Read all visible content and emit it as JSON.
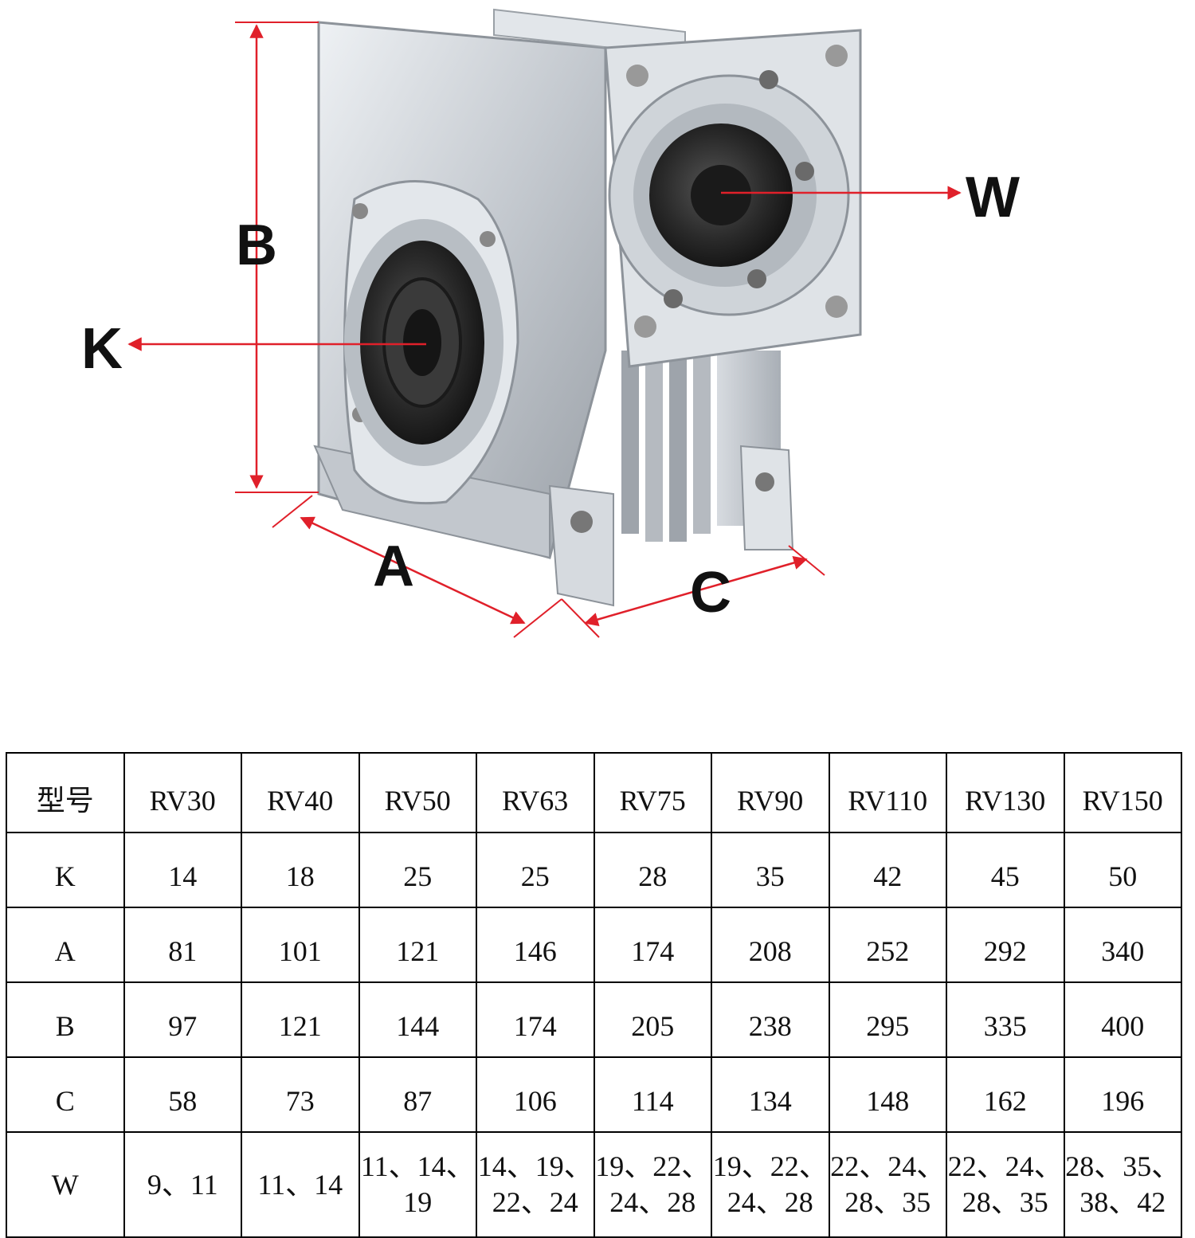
{
  "figure": {
    "labels": {
      "B": "B",
      "K": "K",
      "W": "W",
      "A": "A",
      "C": "C"
    },
    "colors": {
      "arrow": "#e0202a",
      "housing": "#c9ced4",
      "bearing": "#2b2b2b"
    }
  },
  "table": {
    "header_label": "型号",
    "models": [
      "RV30",
      "RV40",
      "RV50",
      "RV63",
      "RV75",
      "RV90",
      "RV110",
      "RV130",
      "RV150"
    ],
    "rows": [
      {
        "label": "K",
        "values": [
          "14",
          "18",
          "25",
          "25",
          "28",
          "35",
          "42",
          "45",
          "50"
        ]
      },
      {
        "label": "A",
        "values": [
          "81",
          "101",
          "121",
          "146",
          "174",
          "208",
          "252",
          "292",
          "340"
        ]
      },
      {
        "label": "B",
        "values": [
          "97",
          "121",
          "144",
          "174",
          "205",
          "238",
          "295",
          "335",
          "400"
        ]
      },
      {
        "label": "C",
        "values": [
          "58",
          "73",
          "87",
          "106",
          "114",
          "134",
          "148",
          "162",
          "196"
        ]
      }
    ],
    "w_row": {
      "label": "W",
      "values": [
        [
          "9、11"
        ],
        [
          "11、14"
        ],
        [
          "11、14、",
          "19"
        ],
        [
          "14、19、",
          "22、24"
        ],
        [
          "19、22、",
          "24、28"
        ],
        [
          "19、22、",
          "24、28"
        ],
        [
          "22、24、",
          "28、35"
        ],
        [
          "22、24、",
          "28、35"
        ],
        [
          "28、35、",
          "38、42"
        ]
      ]
    }
  }
}
